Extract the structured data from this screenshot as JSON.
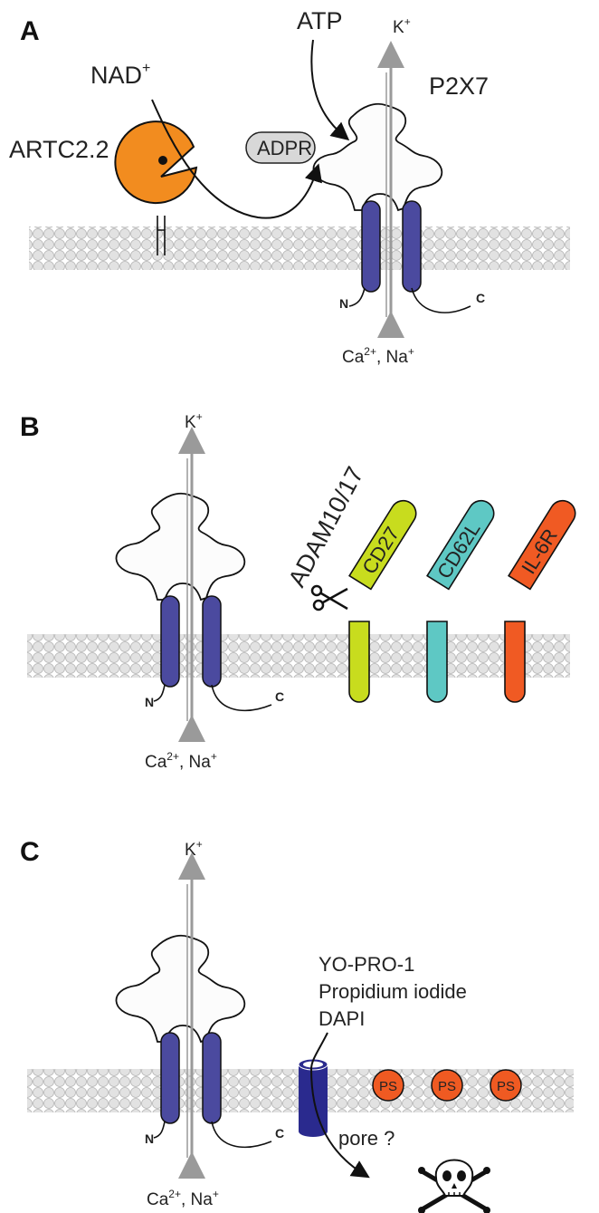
{
  "panels": {
    "a": {
      "label": "A",
      "atp": "ATP",
      "k_ion": "K",
      "k_sup": "+",
      "nad": "NAD",
      "nad_sup": "+",
      "p2x7": "P2X7",
      "artc": "ARTC2.2",
      "adpr": "ADPR",
      "n_term": "N",
      "c_term": "C",
      "ca": "Ca",
      "ca_sup": "2+",
      "na": ", Na",
      "na_sup": "+"
    },
    "b": {
      "label": "B",
      "k_ion": "K",
      "k_sup": "+",
      "adam": "ADAM10/17",
      "cd27": "CD27",
      "cd62l": "CD62L",
      "il6r": "IL-6R",
      "n_term": "N",
      "c_term": "C",
      "ca": "Ca",
      "ca_sup": "2+",
      "na": ", Na",
      "na_sup": "+"
    },
    "c": {
      "label": "C",
      "k_ion": "K",
      "k_sup": "+",
      "dye1": "YO-PRO-1",
      "dye2": "Propidium iodide",
      "dye3": "DAPI",
      "ps": [
        "PS",
        "PS",
        "PS"
      ],
      "pore": "pore ?",
      "n_term": "N",
      "c_term": "C",
      "ca": "Ca",
      "ca_sup": "2+",
      "na": ", Na",
      "na_sup": "+"
    }
  },
  "colors": {
    "helix": "#4b4a9f",
    "artc": "#f28c1f",
    "cd27": "#c8dc1e",
    "cd62l": "#5ec8c4",
    "il6r": "#f05a23",
    "ps": "#ef5a22",
    "pore": "#2a2a8e",
    "adpr": "#d8d8d8"
  }
}
